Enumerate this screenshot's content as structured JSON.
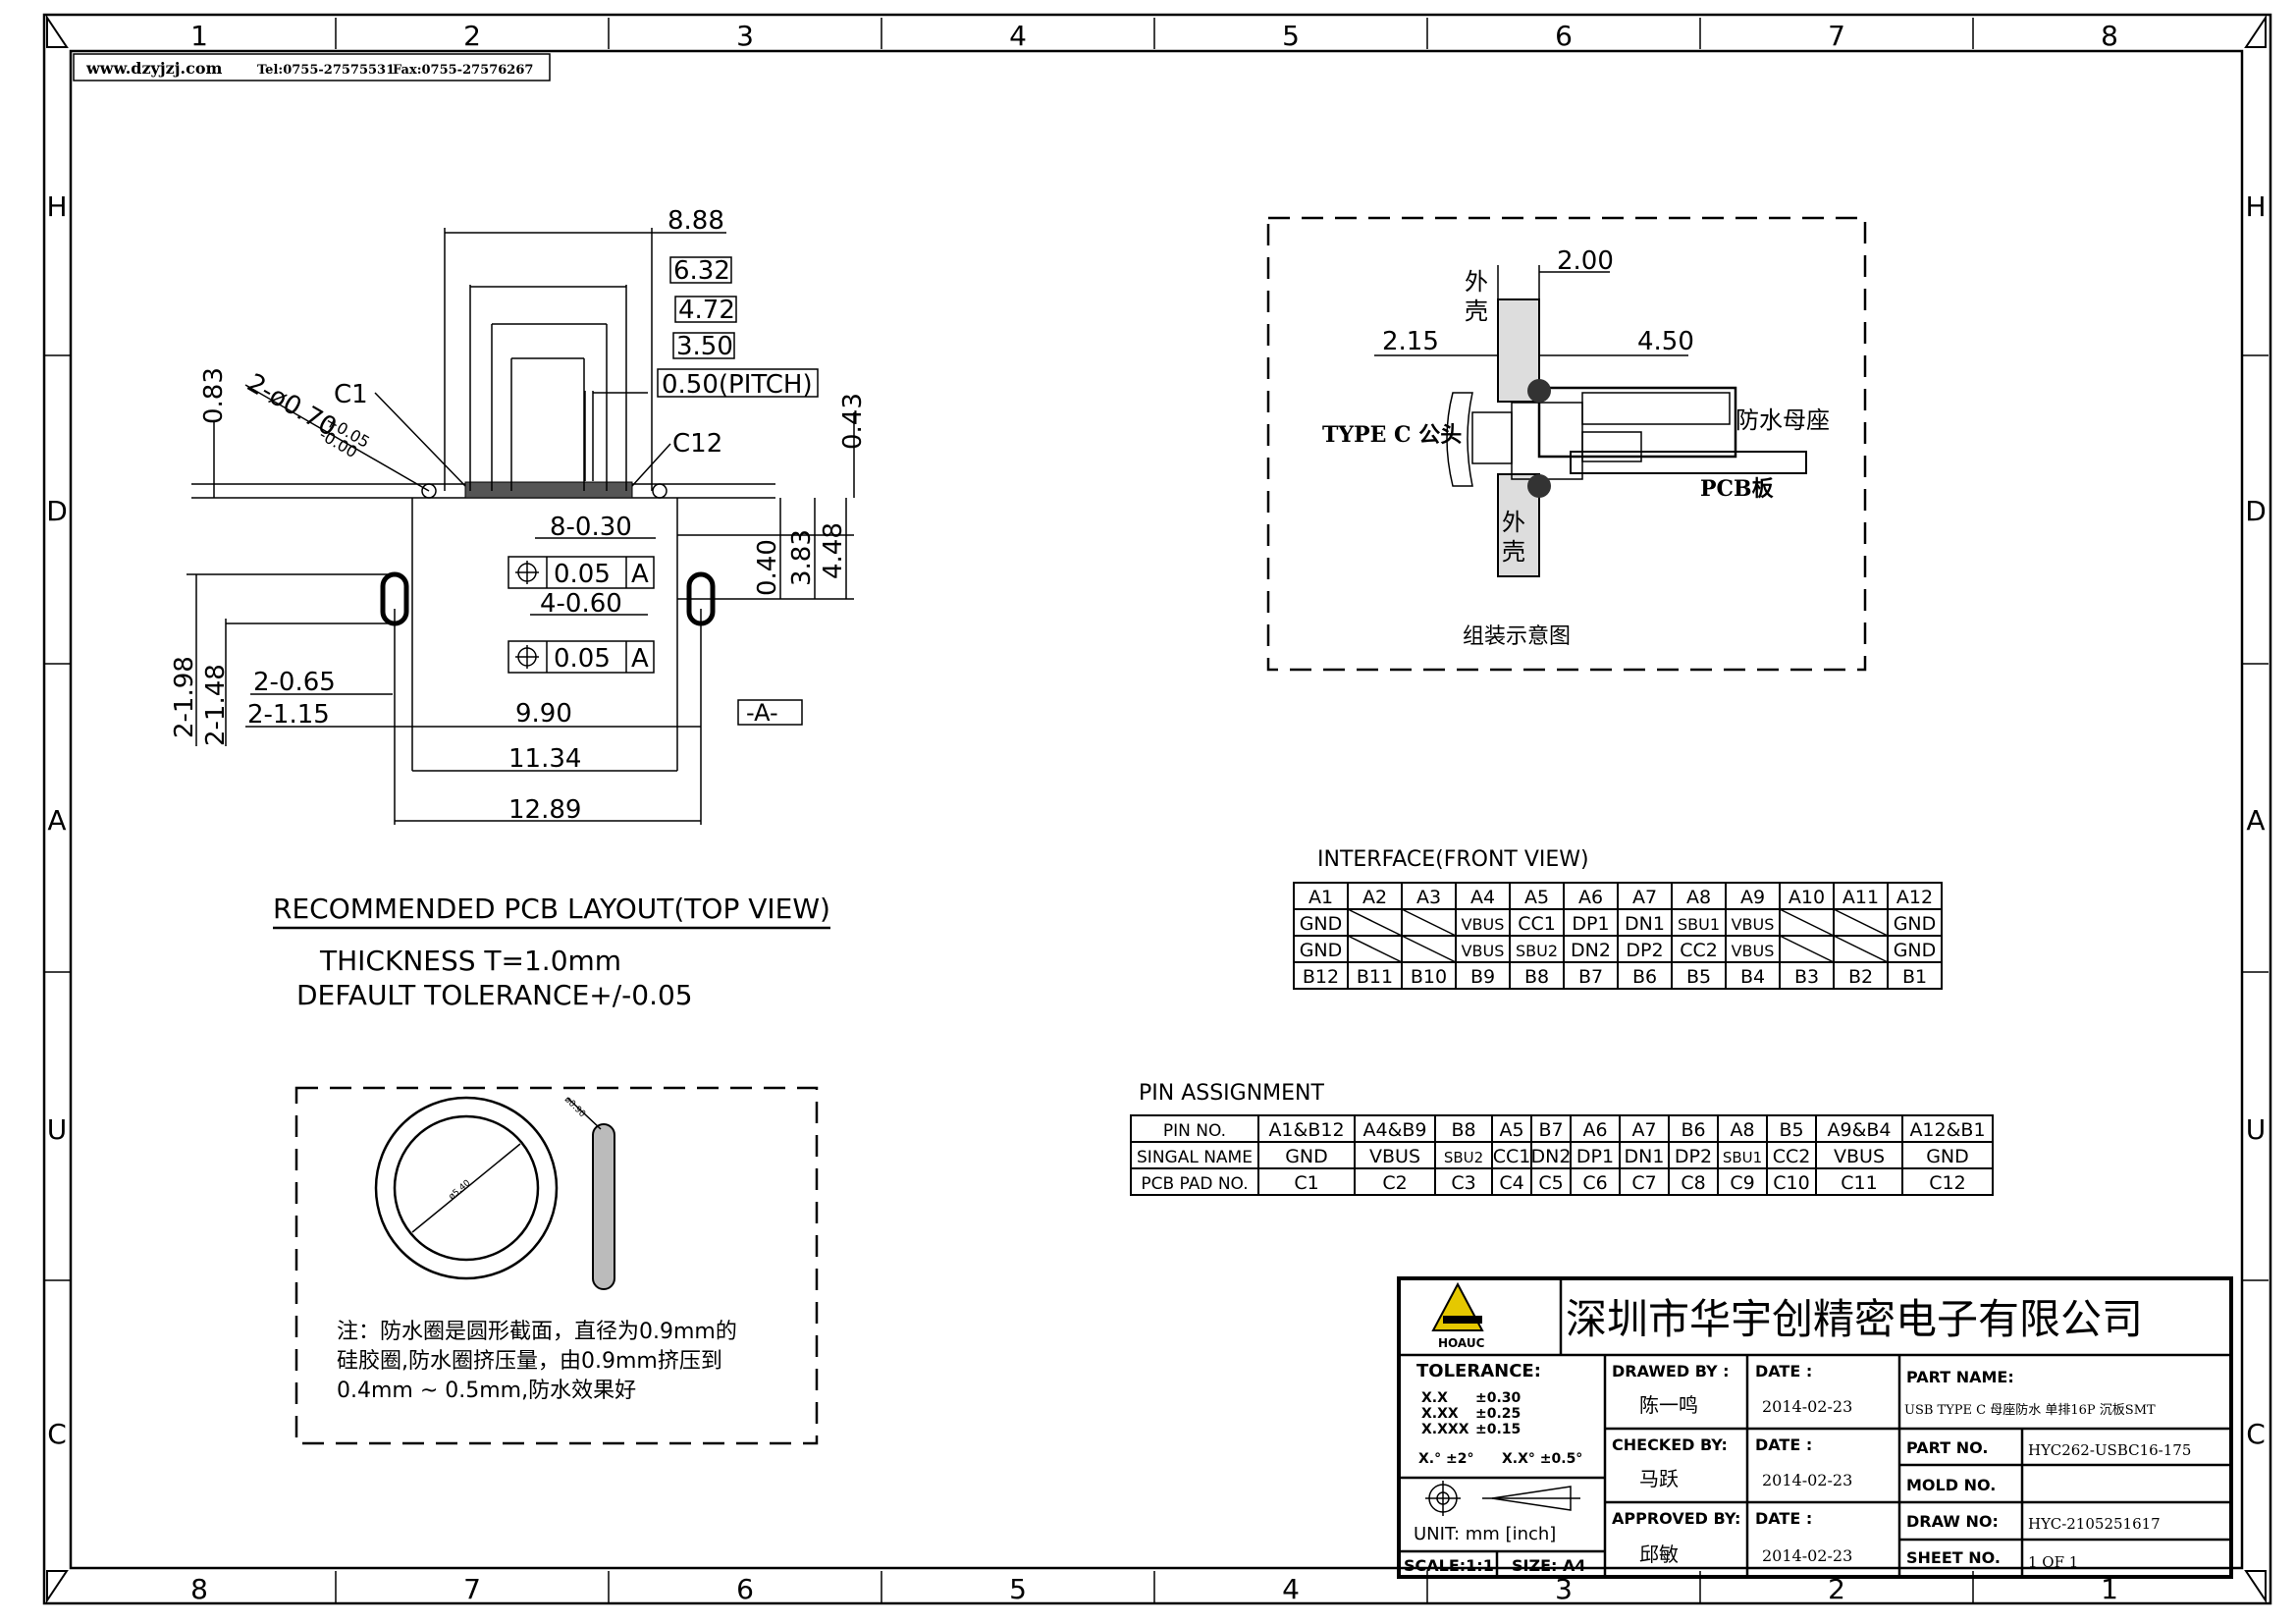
{
  "header": {
    "website": "www.dzyjzj.com",
    "tel": "Tel:0755-27575531",
    "fax": "Fax:0755-27576267"
  },
  "frame": {
    "top_numbers": [
      "1",
      "2",
      "3",
      "4",
      "5",
      "6",
      "7",
      "8"
    ],
    "bottom_numbers": [
      "8",
      "7",
      "6",
      "5",
      "4",
      "3",
      "2",
      "1"
    ],
    "side_letters": [
      "H",
      "D",
      "A",
      "U",
      "C"
    ]
  },
  "layout_view": {
    "dims": {
      "d888": "8.88",
      "d632": "6.32",
      "d472": "4.72",
      "d350": "3.50",
      "pitch": "0.50(PITCH)",
      "d083": "0.83",
      "d043": "0.43",
      "hole_dia": "2-ø0.70",
      "hole_tol_plus": "+0.05",
      "hole_tol_minus": "-0.00",
      "c1": "C1",
      "c12": "C12",
      "pads8": "8-0.30",
      "pads4": "4-0.60",
      "gdt_value": "0.05",
      "gdt_datum": "A",
      "datum_a": "-A-",
      "d040": "0.40",
      "d383": "3.83",
      "d448": "4.48",
      "d198": "2-1.98",
      "d148": "2-1.48",
      "d065": "2-0.65",
      "d115": "2-1.15",
      "d990": "9.90",
      "d1134": "11.34",
      "d1289": "12.89"
    },
    "title": "RECOMMENDED PCB LAYOUT(TOP VIEW)",
    "thickness": "THICKNESS T=1.0mm",
    "tolerance": "DEFAULT TOLERANCE+/-0.05"
  },
  "oring": {
    "dia_outer": "ø5.40",
    "dia_section": "ø0.90",
    "note_line1": "注：防水圈是圆形截面，直径为0.9mm的",
    "note_line2": "硅胶圈,防水圈挤压量，由0.9mm挤压到",
    "note_line3": "0.4mm  ~  0.5mm,防水效果好"
  },
  "assembly": {
    "shell_top": [
      "外",
      "壳"
    ],
    "shell_bottom": [
      "外",
      "壳"
    ],
    "d200": "2.00",
    "d215": "2.15",
    "d450": "4.50",
    "plug_label": "TYPE C 公头",
    "socket_label": "防水母座",
    "pcb_label": "PCB板",
    "caption": "组装示意图"
  },
  "interface_table": {
    "title": "INTERFACE(FRONT VIEW)",
    "row1": [
      "A1",
      "A2",
      "A3",
      "A4",
      "A5",
      "A6",
      "A7",
      "A8",
      "A9",
      "A10",
      "A11",
      "A12"
    ],
    "row2": [
      "GND",
      "",
      "",
      "VBUS",
      "CC1",
      "DP1",
      "DN1",
      "SBU1",
      "VBUS",
      "",
      "",
      "GND"
    ],
    "row3": [
      "GND",
      "",
      "",
      "VBUS",
      "SBU2",
      "DN2",
      "DP2",
      "CC2",
      "VBUS",
      "",
      "",
      "GND"
    ],
    "row4": [
      "B12",
      "B11",
      "B10",
      "B9",
      "B8",
      "B7",
      "B6",
      "B5",
      "B4",
      "B3",
      "B2",
      "B1"
    ]
  },
  "pin_table": {
    "title": "PIN ASSIGNMENT",
    "headers": [
      "PIN NO.",
      "A1&B12",
      "A4&B9",
      "B8",
      "A5",
      "B7",
      "A6",
      "A7",
      "B6",
      "A8",
      "B5",
      "A9&B4",
      "A12&B1"
    ],
    "signal": [
      "SINGAL NAME",
      "GND",
      "VBUS",
      "SBU2",
      "CC1",
      "DN2",
      "DP1",
      "DN1",
      "DP2",
      "SBU1",
      "CC2",
      "VBUS",
      "GND"
    ],
    "pad": [
      "PCB PAD NO.",
      "C1",
      "C2",
      "C3",
      "C4",
      "C5",
      "C6",
      "C7",
      "C8",
      "C9",
      "C10",
      "C11",
      "C12"
    ]
  },
  "title_block": {
    "company": "深圳市华宇创精密电子有限公司",
    "logo_text": "HOAUC",
    "tolerance_label": "TOLERANCE:",
    "tol_rows": [
      [
        "X.X",
        "±0.30"
      ],
      [
        "X.XX",
        "±0.25"
      ],
      [
        "X.XXX",
        "±0.15"
      ]
    ],
    "angle_tol": [
      "X.°  ±2°",
      "X.X°  ±0.5°"
    ],
    "unit": "UNIT:  mm  [inch]",
    "scale": "SCALE:1:1",
    "size": "SIZE: A4",
    "drawed_by_label": "DRAWED BY :",
    "drawed_by": "陈一鸣",
    "checked_by_label": "CHECKED BY:",
    "checked_by": "马跃",
    "approved_by_label": "APPROVED BY:",
    "approved_by": "邱敏",
    "date_label": "DATE :",
    "date1": "2014-02-23",
    "date2": "2014-02-23",
    "date3": "2014-02-23",
    "part_name_label": "PART NAME:",
    "part_name": "USB TYPE C 母座防水 单排16P 沉板SMT",
    "part_no_label": "PART NO.",
    "part_no": "HYC262-USBC16-175",
    "mold_no_label": "MOLD NO.",
    "mold_no": "",
    "draw_no_label": "DRAW NO:",
    "draw_no": "HYC-2105251617",
    "sheet_no_label": "SHEET NO.",
    "sheet_no": "1 OF 1"
  }
}
